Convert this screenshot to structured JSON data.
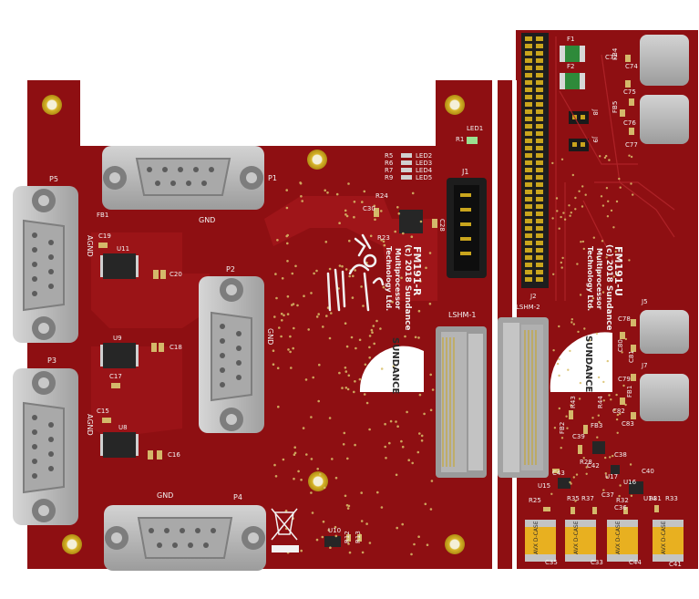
{
  "boards": {
    "left": {
      "title": "FM191-R",
      "copyright": "(c) 2018 Sundance",
      "company1": "Multiprocessor",
      "company2": "Technology Ltd.",
      "logo": "SUNDANCE",
      "connectors": {
        "p1": "P1",
        "p2": "P2",
        "p3": "P3",
        "p4": "P4",
        "p5": "P5",
        "j1": "J1",
        "lshm1": "LSHM-1"
      },
      "gnd": "GND",
      "agnd": "AGND",
      "leds": [
        "LED1",
        "LED2",
        "LED3",
        "LED4",
        "LED5"
      ],
      "res_leds": [
        "R1",
        "R5",
        "R6",
        "R7",
        "R9"
      ],
      "chips": {
        "u11": "U11",
        "u9": "U9",
        "u8": "U8",
        "u10": "U10"
      },
      "caps": {
        "c19": "C19",
        "c20": "C20",
        "c18": "C18",
        "c17": "C17",
        "c15": "C15",
        "c16": "C16",
        "c28": "C28",
        "c30": "C30"
      },
      "fb1": "FB1",
      "misc": {
        "r24": "R24",
        "r23": "R23",
        "r12": "R12",
        "r13": "R13"
      }
    },
    "right": {
      "title": "FM191-U",
      "copyright": "(c) 2018 Sundance",
      "company1": "Multiprocessor",
      "company2": "Technology Ltd.",
      "logo": "SUNDANCE",
      "connectors": {
        "j2": "J2",
        "j5": "J5",
        "j7": "J7",
        "j8": "J8",
        "j9": "J9",
        "lshm2": "LSHM-2"
      },
      "fuses": [
        "F1",
        "F2"
      ],
      "caps": {
        "c72": "C72",
        "c74": "C74",
        "c75": "C75",
        "c76": "C76",
        "c77": "C77",
        "c78": "C78",
        "c79": "C79",
        "c80": "C80",
        "c81": "C81",
        "c82": "C82",
        "c83": "C83",
        "c39": "C39",
        "c38": "C38",
        "c42": "C42",
        "c41": "C41",
        "c43": "C43",
        "c40": "C40",
        "c37": "C37",
        "c36": "C36",
        "c35": "C35",
        "c33": "C33",
        "c44": "C44"
      },
      "fbs": {
        "fb4": "FB4",
        "fb5": "FB5",
        "fb3": "FB3",
        "fb2": "FB2",
        "fb1": "FB1"
      },
      "chips": {
        "u15": "U15",
        "u16": "U16",
        "u17": "U17",
        "u14": "U14"
      },
      "tants": [
        "AVX D-CASE",
        "AVX D-CASE",
        "AVX D-CASE",
        "AVX D-CASE"
      ],
      "res": {
        "r25": "R25",
        "r35": "R35",
        "r37": "R37",
        "r32": "R32",
        "r31": "R31",
        "r33": "R33",
        "r28": "R28",
        "r43": "R43",
        "r44": "R44"
      }
    }
  },
  "colors": {
    "pcb": "#8e0f12",
    "pcb_light": "#a8161b",
    "metal": "#bdbdbd",
    "metal_dark": "#8f8f8f",
    "gold": "#c9a51d",
    "silk": "#f2f2f2",
    "tant": "#e8b020",
    "chip": "#262626"
  }
}
